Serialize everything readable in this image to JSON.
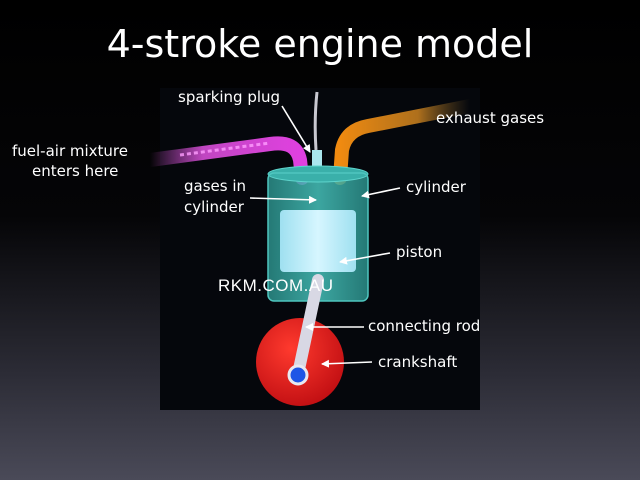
{
  "title": "4-stroke engine model",
  "labels": {
    "sparking_plug": "sparking plug",
    "exhaust_gases": "exhaust gases",
    "fuel_air_line1": "fuel-air mixture",
    "fuel_air_line2": "enters here",
    "gases_line1": "gases in",
    "gases_line2": "cylinder",
    "cylinder": "cylinder",
    "piston": "piston",
    "connecting_rod": "connecting rod",
    "crankshaft": "crankshaft"
  },
  "watermark": "RKM.COM.AU",
  "colors": {
    "panel": "#05070c",
    "intake_pipe": "#e040e0",
    "exhaust_pipe": "#f08a10",
    "cylinder_glass": "#3fb7b2",
    "piston": "#bfeefa",
    "crank_disc": "#e4171b",
    "crank_pin": "#1e55e6"
  }
}
